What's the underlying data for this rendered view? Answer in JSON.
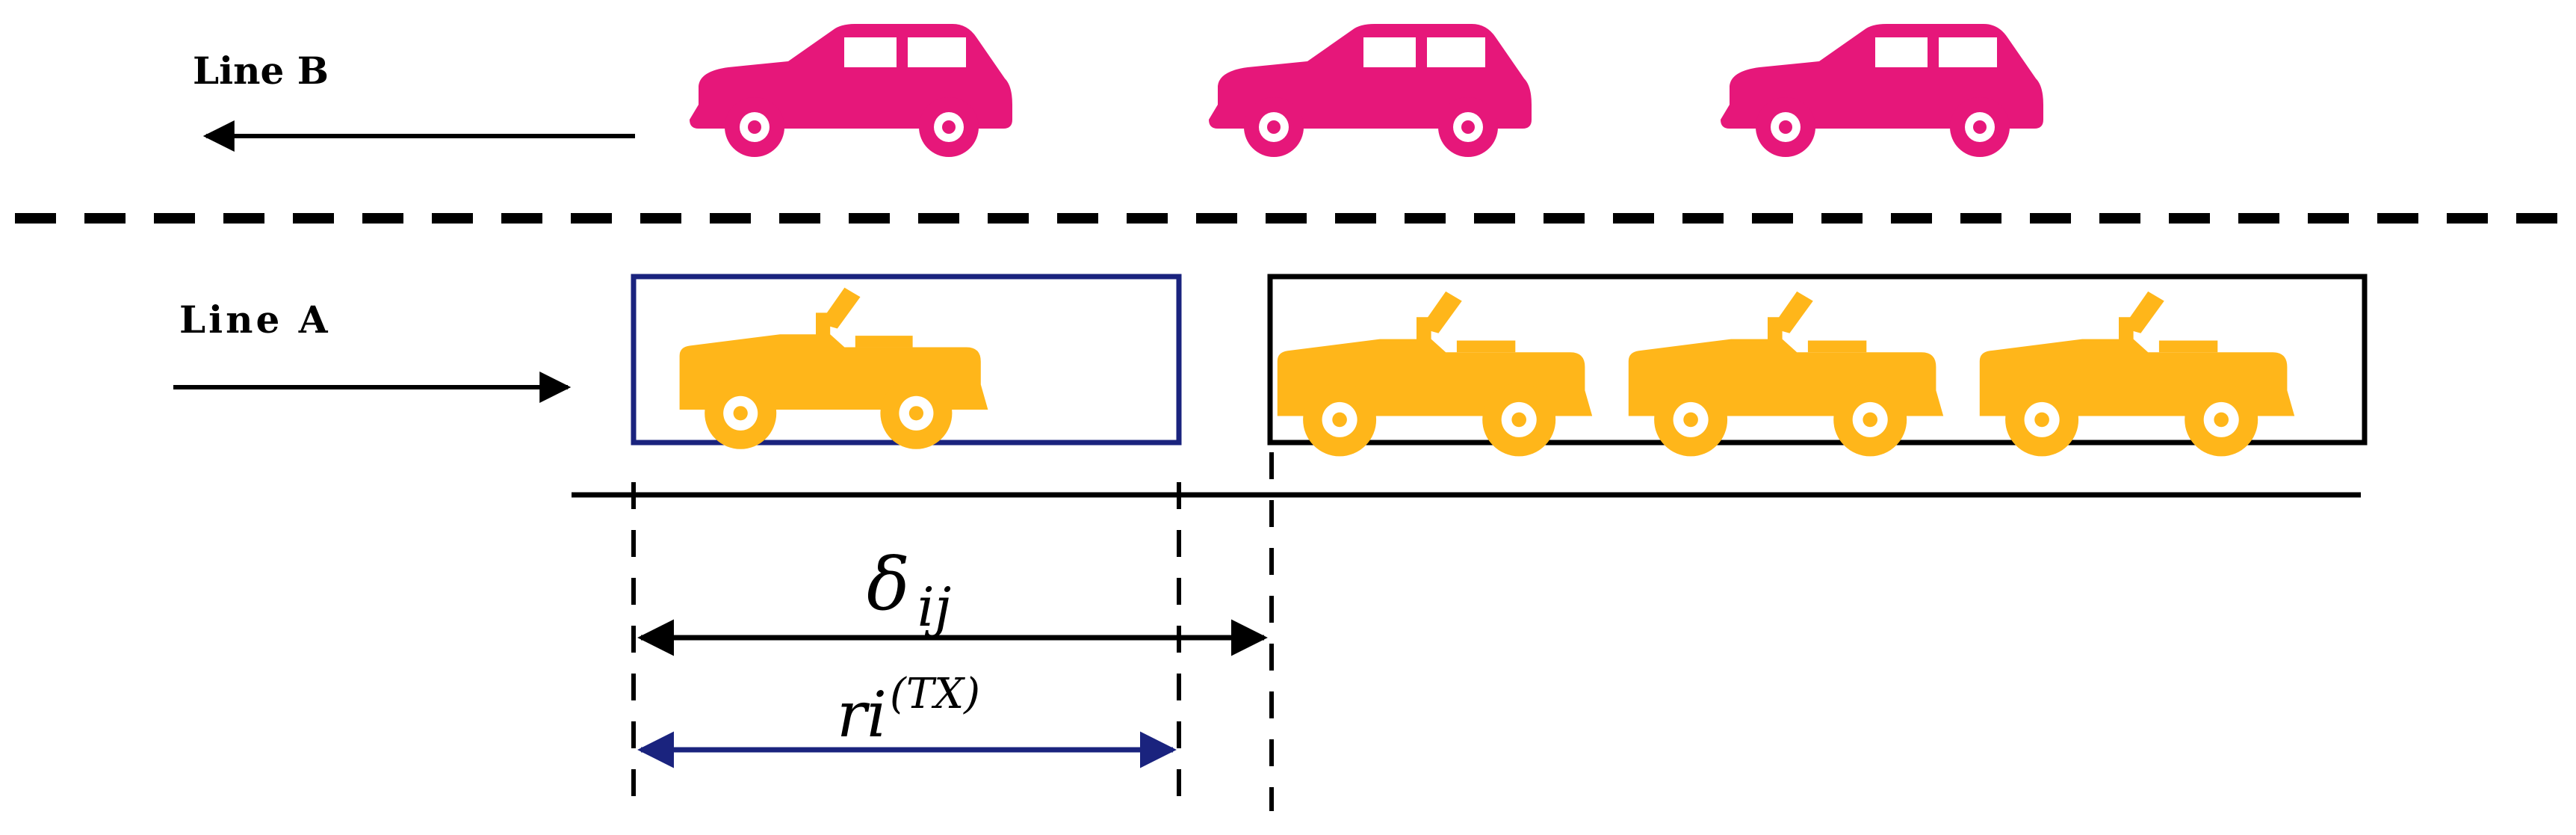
{
  "lanes": {
    "line_b": {
      "label": "Line B",
      "direction": "left",
      "vehicle_type": "car",
      "vehicle_count": 3
    },
    "line_a": {
      "label": "Line A",
      "direction": "right",
      "vehicle_type": "jeep",
      "vehicle_count": 4
    }
  },
  "colors": {
    "car": "#e6177a",
    "jeep": "#ffb61a",
    "tx_box": "#1a237e",
    "ri_arrow": "#1a237e",
    "lines": "#000000"
  },
  "labels": {
    "delta_symbol": "δ",
    "delta_subscript": "ij",
    "ri_base": "ri",
    "ri_superscript": "(TX)"
  }
}
